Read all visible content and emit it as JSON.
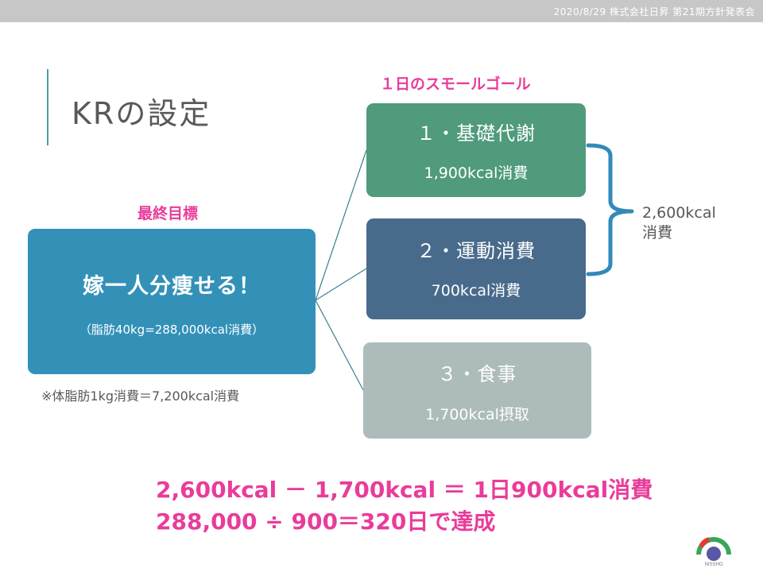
{
  "header": {
    "text": "2020/8/29  株式会社日昇  第21期方針発表会"
  },
  "title": "KRの設定",
  "labels": {
    "goal": "最終目標",
    "daily": "１日のスモールゴール"
  },
  "goal": {
    "main": "嫁一人分痩せる！",
    "sub": "（脂肪40kg=288,000kcal消費）"
  },
  "note": "※体脂肪1kg消費＝7,200kcal消費",
  "subgoals": [
    {
      "title": "１・基礎代謝",
      "value": "1,900kcal消費",
      "color": "#4f9b7c"
    },
    {
      "title": "２・運動消費",
      "value": "700kcal消費",
      "color": "#486a8b"
    },
    {
      "title": "３・食事",
      "value": "1,700kcal摂取",
      "color": "#adbbbb"
    }
  ],
  "sum": {
    "line1": "2,600kcal",
    "line2": "消費"
  },
  "formula": {
    "line1": "2,600kcal － 1,700kcal ＝ 1日900kcal消費",
    "line2": "288,000 ÷ 900＝320日で達成"
  },
  "logo": {
    "text": "NISSHO"
  },
  "colors": {
    "accent_pink": "#e93c9a",
    "goal_blue": "#3391b8",
    "bracket": "#3389ba",
    "connector": "#3a7f8f"
  }
}
